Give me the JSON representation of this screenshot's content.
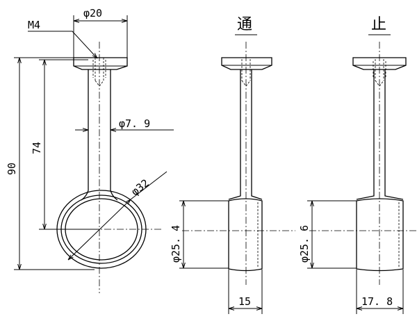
{
  "labels": {
    "m4": "M4",
    "d20": "φ20",
    "d7_9": "φ7. 9",
    "d32": "φ32",
    "h90": "90",
    "h74": "74",
    "d25_4": "φ25. 4",
    "w15": "15",
    "d25_6": "φ25. 6",
    "w17_8": "17. 8"
  },
  "titles": {
    "through": "通",
    "stop": "止"
  }
}
